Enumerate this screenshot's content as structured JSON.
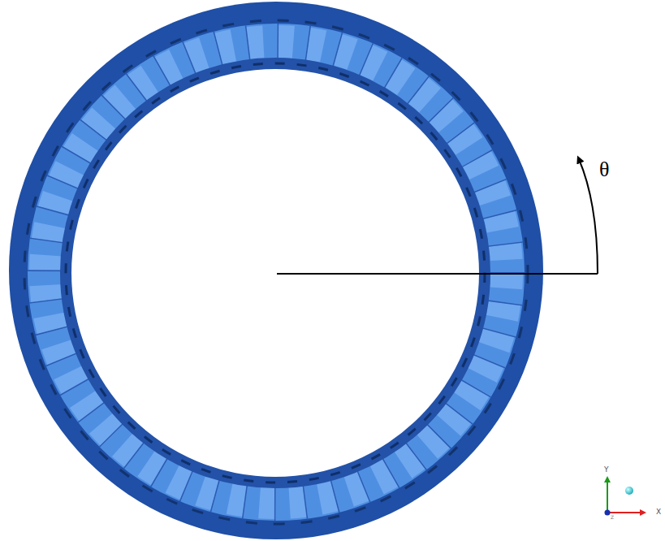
{
  "diagram": {
    "labels": [
      "θ",
      "Y",
      "Z",
      "X"
    ]
  }
}
